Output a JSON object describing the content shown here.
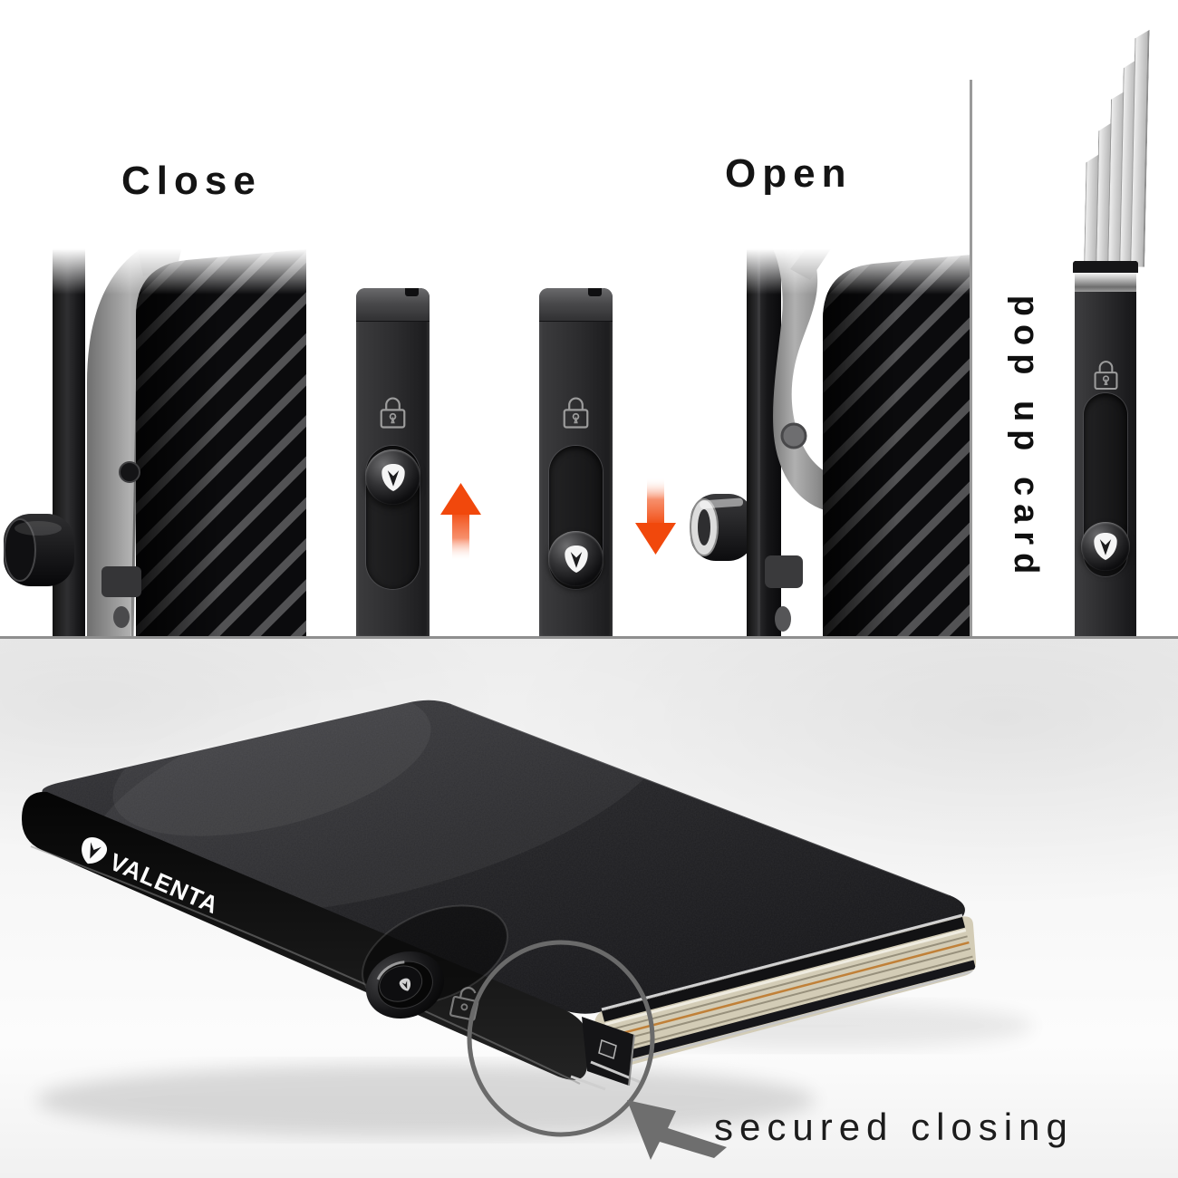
{
  "page": {
    "background": "#ffffff"
  },
  "top": {
    "close_label": "Close",
    "open_label": "Open",
    "pop_up_label": "pop up card",
    "divider_color": "#9a9a9a",
    "arrow_color": "#f1480c"
  },
  "bottom": {
    "brand": "VALENTA",
    "caption": "secured closing",
    "separator_color": "#8f8f8f",
    "circle_color": "#6a6a6a",
    "arrow_color": "#6e6e6e",
    "card_stack_color": "#d3ccb6",
    "card_stack_accent": "#c08038"
  },
  "icons": {
    "lock": "padlock-locked-outline",
    "unlock": "padlock-open-outline",
    "brand_shield": "valenta-shield",
    "arrow_up": "slide-up-arrow",
    "arrow_down": "slide-down-arrow"
  }
}
